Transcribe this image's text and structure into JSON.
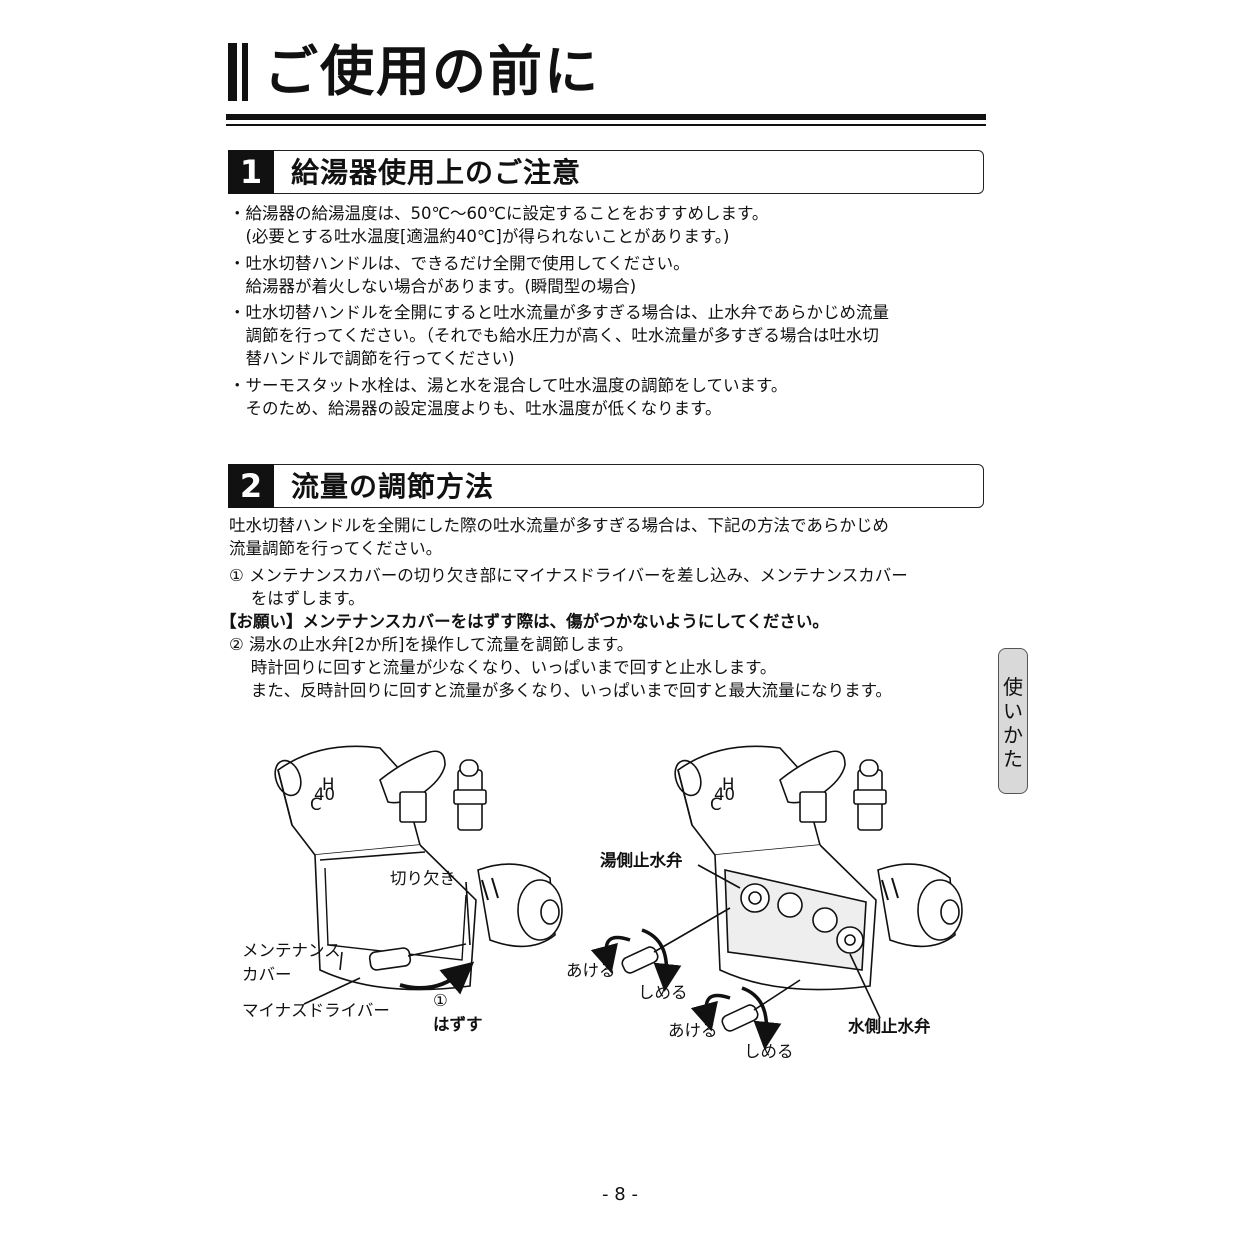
{
  "page_title": "ご使用の前に",
  "section1": {
    "number": "1",
    "title": "給湯器使用上のご注意",
    "lines": [
      "・給湯器の給湯温度は、50℃～60℃に設定することをおすすめします。",
      "　(必要とする吐水温度[適温約40℃]が得られないことがあります。)",
      "・吐水切替ハンドルは、できるだけ全開で使用してください。",
      "　給湯器が着火しない場合があります。(瞬間型の場合)",
      "・吐水切替ハンドルを全開にすると吐水流量が多すぎる場合は、止水弁であらかじめ流量",
      "　調節を行ってください。（それでも給水圧力が高く、吐水流量が多すぎる場合は吐水切",
      "　替ハンドルで調節を行ってください)",
      "・サーモスタット水栓は、湯と水を混合して吐水温度の調節をしています。",
      "　そのため、給湯器の設定温度よりも、吐水温度が低くなります。"
    ]
  },
  "section2": {
    "number": "2",
    "title": "流量の調節方法",
    "intro": [
      "吐水切替ハンドルを全開にした際の吐水流量が多すぎる場合は、下記の方法であらかじめ",
      "流量調節を行ってください。"
    ],
    "step1": [
      "① メンテナンスカバーの切り欠き部にマイナスドライバーを差し込み、メンテナンスカバー",
      "　 をはずします。"
    ],
    "notice": "【お願い】メンテナンスカバーをはずす際は、傷がつかないようにしてください。",
    "step2": [
      "② 湯水の止水弁[2か所]を操作して流量を調節します。",
      "　 時計回りに回すと流量が少なくなり、いっぱいまで回すと止水します。",
      "　 また、反時計回りに回すと流量が多くなり、いっぱいまで回すと最大流量になります。"
    ]
  },
  "side_tab": [
    "使",
    "い",
    "か",
    "た"
  ],
  "figure": {
    "left": {
      "notch": "切り欠き",
      "cover_line1": "メンテナンス",
      "cover_line2": "カバー",
      "driver": "マイナスドライバー",
      "step_num": "①",
      "remove": "はずす",
      "dial_h": "H",
      "dial_40": "40",
      "dial_c": "C"
    },
    "right": {
      "hot_valve": "湯側止水弁",
      "cold_valve": "水側止水弁",
      "open1": "あける",
      "close1": "しめる",
      "open2": "あける",
      "close2": "しめる",
      "dial_h": "H",
      "dial_40": "40",
      "dial_c": "C"
    }
  },
  "page_number": "- 8 -"
}
